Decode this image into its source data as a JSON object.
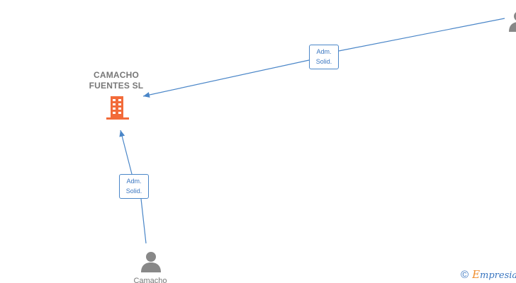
{
  "company": {
    "name_line1": "CAMACHO",
    "name_line2": "FUENTES  SL",
    "icon": "building-icon",
    "icon_color": "#f26b3a"
  },
  "edges": [
    {
      "label_line1": "Adm.",
      "label_line2": "Solid."
    },
    {
      "label_line1": "Adm.",
      "label_line2": "Solid."
    }
  ],
  "persons": [
    {
      "name": "Camacho",
      "icon": "person-icon"
    },
    {
      "icon": "person-icon"
    }
  ],
  "colors": {
    "edge": "#4a86c8",
    "node_label": "#777777",
    "person_icon": "#888888"
  },
  "footer": {
    "copyright_symbol": "©",
    "brand_first": "E",
    "brand_rest": "mpresia"
  }
}
